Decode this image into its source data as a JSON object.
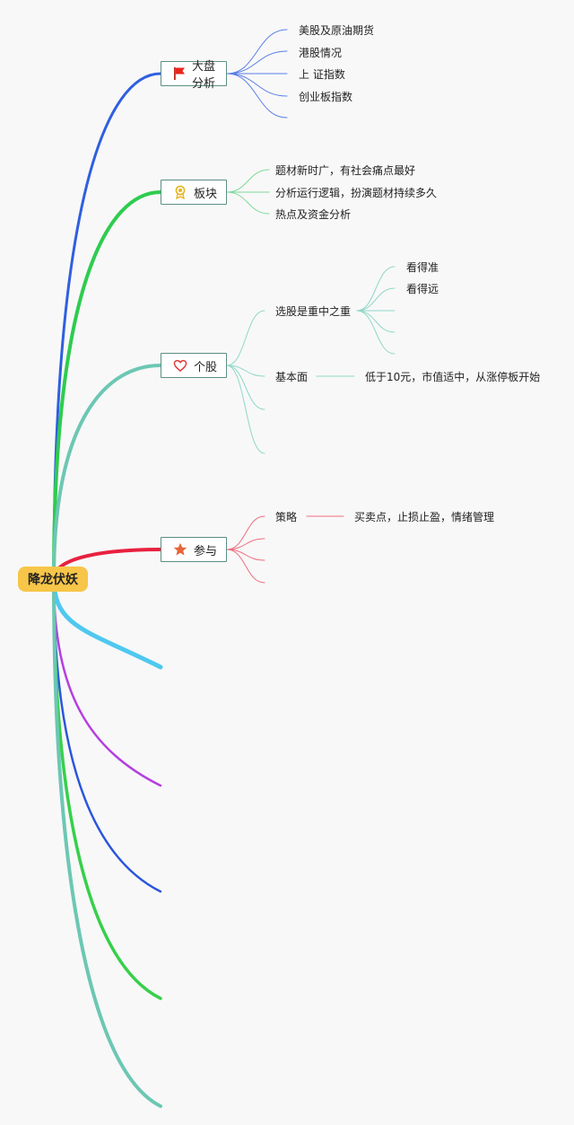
{
  "root": {
    "label": "降龙伏妖"
  },
  "branches": [
    {
      "label": "大盘分析",
      "icon": "red-flag-icon",
      "color": "#2f5fe0",
      "children": [
        "美股及原油期货",
        "港股情况",
        "上 证指数",
        "创业板指数"
      ]
    },
    {
      "label": "板块",
      "icon": "award-ribbon-icon",
      "color": "#2ecc4f",
      "children": [
        "题材新时广，有社会痛点最好",
        "分析运行逻辑，扮演题材持续多久",
        "热点及资金分析"
      ]
    },
    {
      "label": "个股",
      "icon": "heart-outline-icon",
      "color": "#6cc7b3",
      "children": [
        {
          "label": "选股是重中之重",
          "children": [
            "看得准",
            "看得远"
          ]
        },
        {
          "label": "基本面",
          "children": [
            "低于10元，市值适中，从涨停板开始"
          ]
        }
      ]
    },
    {
      "label": "参与",
      "icon": "star-icon",
      "color": "#e8213f",
      "children": [
        {
          "label": "策略",
          "children": [
            "买卖点，止损止盈，情绪管理"
          ]
        }
      ]
    }
  ],
  "colors": {
    "root_fill": "#f7c548",
    "empty_branches": [
      "#4fc8f0",
      "#b43fe0",
      "#2a55dd",
      "#36d04a",
      "#6cc7b3"
    ]
  }
}
